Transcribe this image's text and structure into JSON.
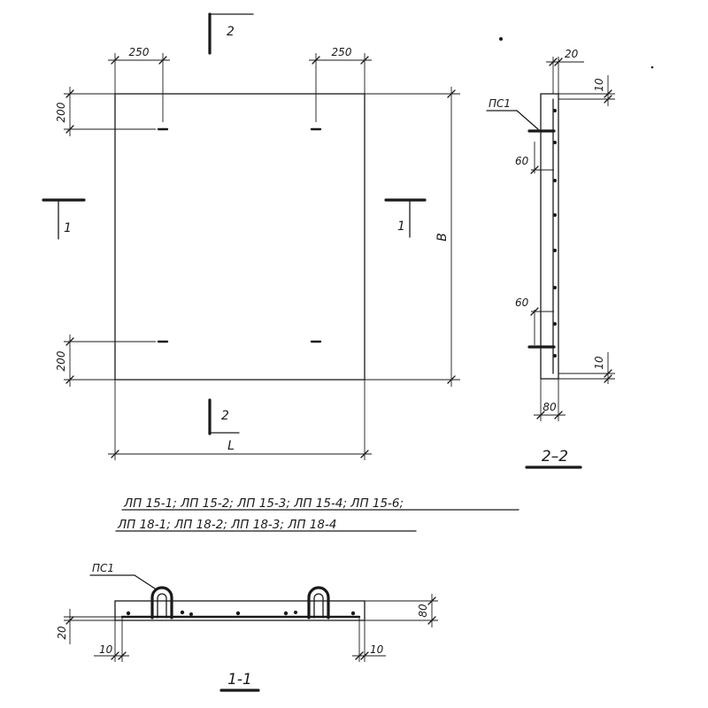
{
  "dimensions": {
    "top_left_offset": "250",
    "top_right_offset": "250",
    "left_top_offset": "200",
    "left_bottom_offset": "200",
    "height_symbol": "B",
    "length_symbol": "L",
    "section_top_cover": "20",
    "section_top_gap": "10",
    "section_bottom_gap": "10",
    "section_upper_insert": "60",
    "section_lower_insert": "60",
    "section_thickness_bottom": "80",
    "profile_left_cover": "20",
    "profile_right_height": "80",
    "profile_left_gap": "10",
    "profile_right_gap": "10"
  },
  "section_markers": {
    "top": "2",
    "bottom": "2",
    "left": "1",
    "right": "1"
  },
  "labels": {
    "loop_label_section": "ПС1",
    "loop_label_profile": "ПС1",
    "section_2_title": "2–2",
    "section_1_title": "1-1"
  },
  "designations": {
    "line1": "ЛП 15-1;  ЛП 15-2;  ЛП 15-3;  ЛП 15-4; ЛП 15-6;",
    "line2": "ЛП 18-1;  ЛП 18-2;  ЛП 18-3;  ЛП 18-4"
  }
}
